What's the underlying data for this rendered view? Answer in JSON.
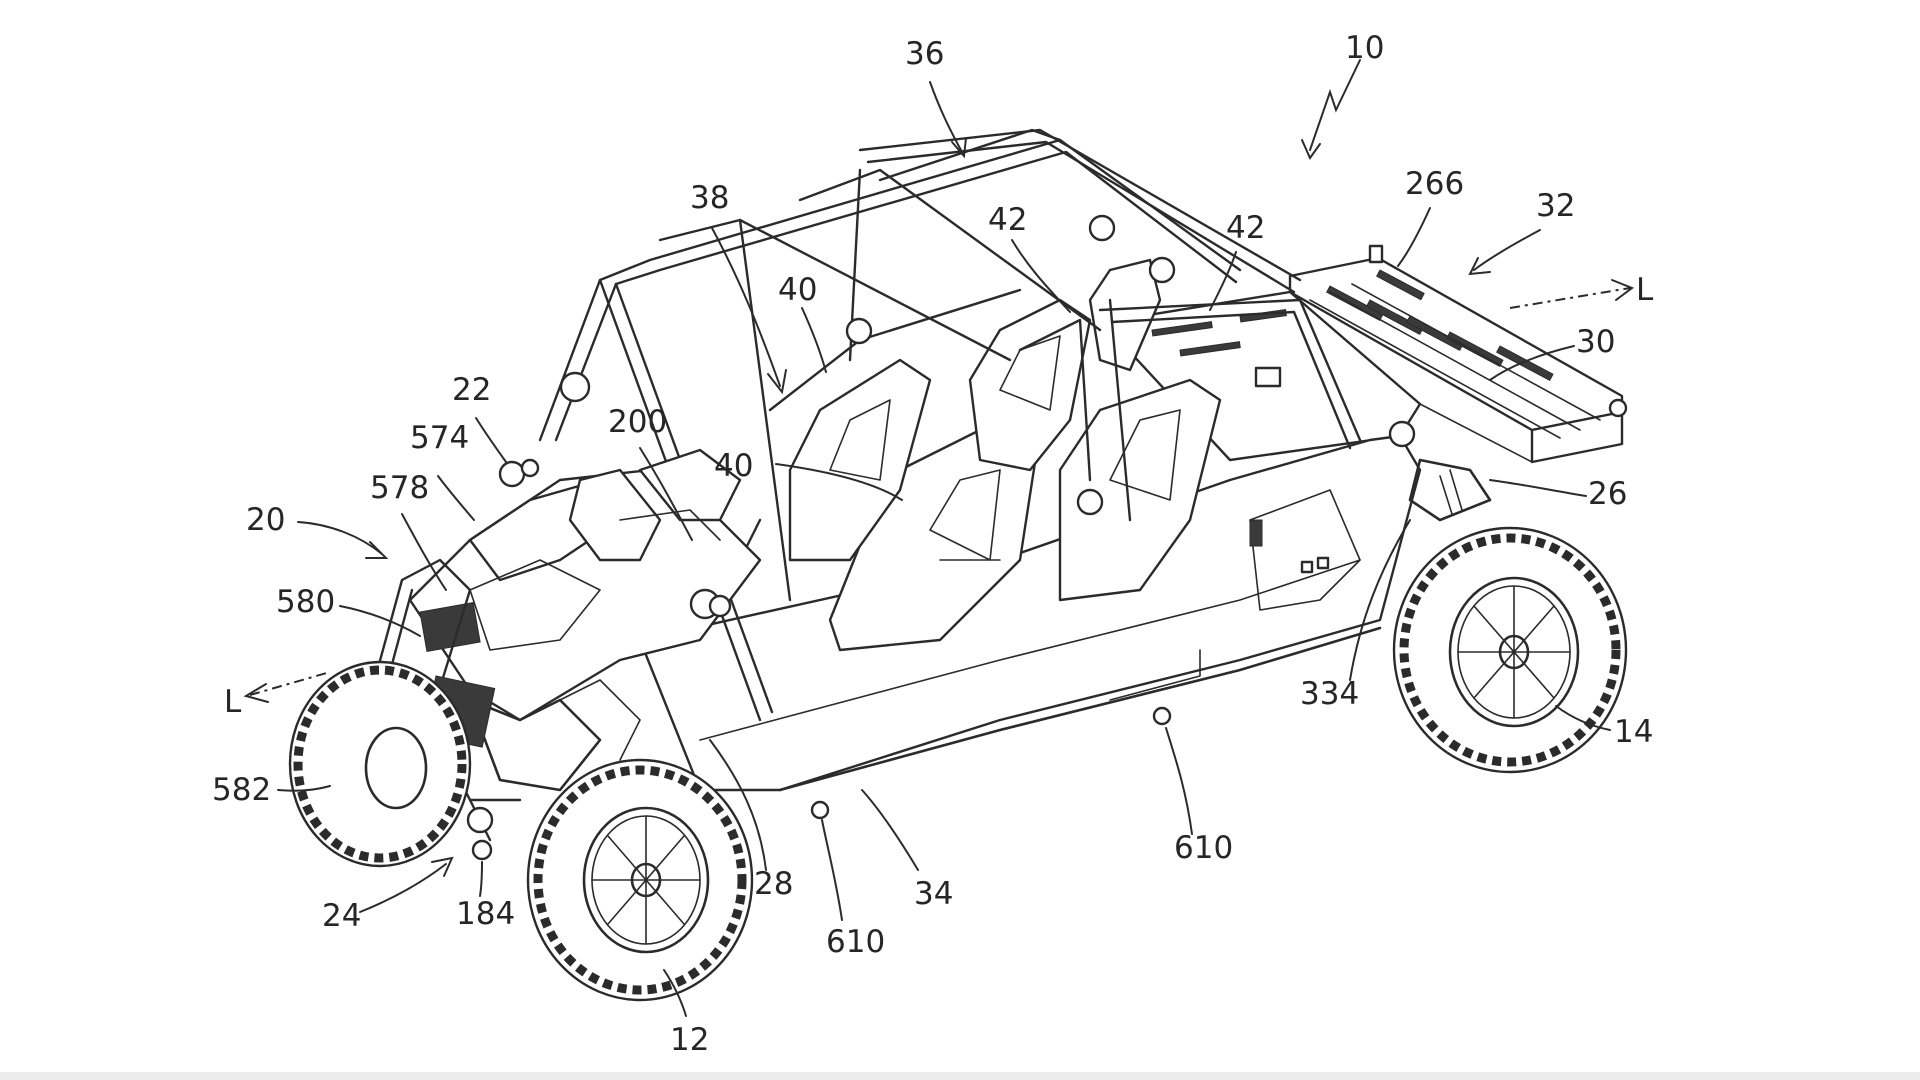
{
  "figure": {
    "reference_labels": [
      {
        "id": "ref-10",
        "text": "10"
      },
      {
        "id": "ref-36",
        "text": "36"
      },
      {
        "id": "ref-38",
        "text": "38"
      },
      {
        "id": "ref-42a",
        "text": "42"
      },
      {
        "id": "ref-42b",
        "text": "42"
      },
      {
        "id": "ref-266",
        "text": "266"
      },
      {
        "id": "ref-32",
        "text": "32"
      },
      {
        "id": "ref-L-rear",
        "text": "L"
      },
      {
        "id": "ref-30",
        "text": "30"
      },
      {
        "id": "ref-40a",
        "text": "40"
      },
      {
        "id": "ref-40b",
        "text": "40"
      },
      {
        "id": "ref-22",
        "text": "22"
      },
      {
        "id": "ref-574",
        "text": "574"
      },
      {
        "id": "ref-200",
        "text": "200"
      },
      {
        "id": "ref-578",
        "text": "578"
      },
      {
        "id": "ref-20",
        "text": "20"
      },
      {
        "id": "ref-26",
        "text": "26"
      },
      {
        "id": "ref-580",
        "text": "580"
      },
      {
        "id": "ref-L-front",
        "text": "L"
      },
      {
        "id": "ref-334",
        "text": "334"
      },
      {
        "id": "ref-14",
        "text": "14"
      },
      {
        "id": "ref-582",
        "text": "582"
      },
      {
        "id": "ref-610a",
        "text": "610"
      },
      {
        "id": "ref-24",
        "text": "24"
      },
      {
        "id": "ref-184",
        "text": "184"
      },
      {
        "id": "ref-28",
        "text": "28"
      },
      {
        "id": "ref-34",
        "text": "34"
      },
      {
        "id": "ref-610b",
        "text": "610"
      },
      {
        "id": "ref-12",
        "text": "12"
      }
    ]
  }
}
